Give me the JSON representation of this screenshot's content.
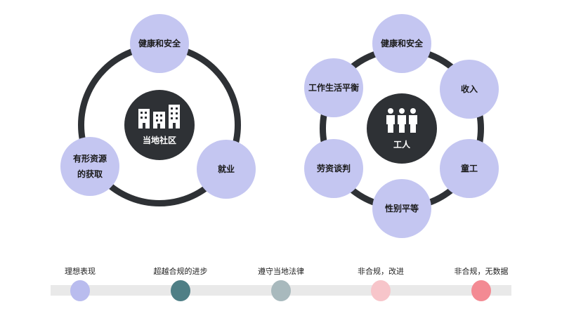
{
  "community": {
    "center": "当地社区",
    "icon": "buildings-icon",
    "nodes": [
      "健康和安全",
      "就业",
      "有形资源的获取"
    ]
  },
  "workers": {
    "center": "工人",
    "icon": "people-icon",
    "nodes": [
      "健康和安全",
      "收入",
      "童工",
      "性别平等",
      "劳资谈判",
      "工作生活平衡"
    ]
  },
  "legend": [
    {
      "label": "理想表现",
      "color": "#b9bcee"
    },
    {
      "label": "超越合规的进步",
      "color": "#4f7f86"
    },
    {
      "label": "遵守当地法律",
      "color": "#a8b9bd"
    },
    {
      "label": "非合规，改进",
      "color": "#f7c5ca"
    },
    {
      "label": "非合规，无数据",
      "color": "#f38a93"
    }
  ]
}
